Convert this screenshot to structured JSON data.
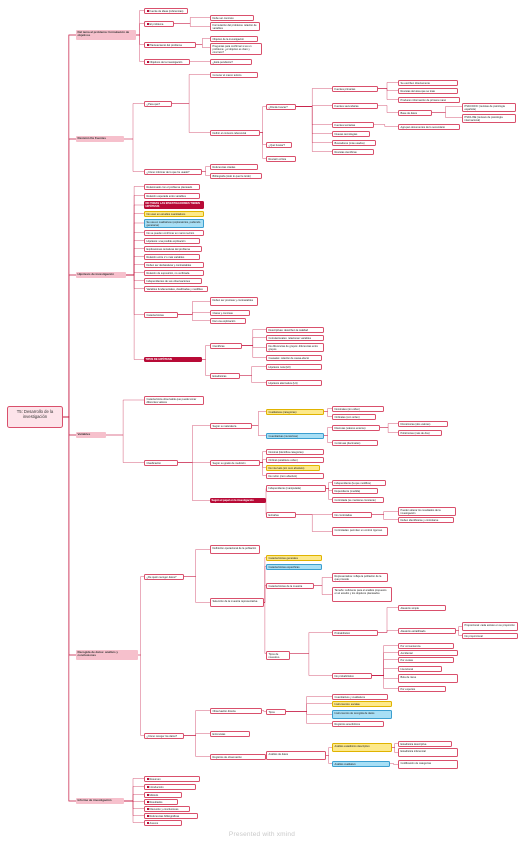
{
  "root": {
    "id": "root",
    "text": "T5: Desarrollo de la investigación"
  },
  "branches": [
    {
      "id": "b1",
      "text": "Del tema al problema: formulación de objetivos",
      "children": [
        {
          "id": "b1a",
          "text": "Fuente de ideas (referencias)",
          "icon": true
        },
        {
          "id": "b1b",
          "text": "El problema",
          "icon": true,
          "children": [
            {
              "id": "b1b1",
              "text": "Debe ser concreto"
            },
            {
              "id": "b1b2",
              "text": "Formulación del problema: relación de variables"
            }
          ]
        },
        {
          "id": "b1c",
          "text": "Planteamiento del problema",
          "icon": true,
          "children": [
            {
              "id": "b1c1",
              "text": "Objetivo de la investigación"
            },
            {
              "id": "b1c2",
              "text": "Preguntas para confirmar si es un problema: ¿el objetivo es claro y concreto?"
            }
          ]
        },
        {
          "id": "b1d",
          "text": "Objetivos de la investigación",
          "icon": true,
          "children": [
            {
              "id": "b1d1",
              "text": "¿Está pendiente?"
            }
          ]
        }
      ]
    },
    {
      "id": "b2",
      "text": "Revisión De Fuentes",
      "children": [
        {
          "id": "b2a",
          "text": "¿Para qué?",
          "children": [
            {
              "id": "b2a1",
              "text": "Conocer el marco teórico"
            },
            {
              "id": "b2a2",
              "text": "Definir el contexto referencial",
              "children": [
                {
                  "id": "b2a2a",
                  "text": "¿Dónde buscar?",
                  "children": [
                    {
                      "id": "b2a2a1",
                      "text": "Fuentes primarias",
                      "children": [
                        {
                          "id": "f1",
                          "text": "Se escriben directamente"
                        },
                        {
                          "id": "f2",
                          "text": "Revistas del área que se trate"
                        },
                        {
                          "id": "f3",
                          "text": "Producen información de primera mano"
                        }
                      ]
                    },
                    {
                      "id": "b2a2a2",
                      "text": "Fuentes secundarias",
                      "children": [
                        {
                          "id": "f4",
                          "text": "Base de datos",
                          "children": [
                            {
                              "id": "f4a",
                              "text": "PSICODOC (revistas de psicología española)"
                            },
                            {
                              "id": "f4b",
                              "text": "PSICLINE (reviews de psicología internacional)"
                            }
                          ]
                        }
                      ]
                    },
                    {
                      "id": "b2a2a3",
                      "text": "Fuentes terciarias",
                      "children": [
                        {
                          "id": "f5",
                          "text": "Agrupan documentos de lo secundario"
                        }
                      ]
                    },
                    {
                      "id": "b2a2a4",
                      "text": "Nuevas tecnologías"
                    },
                    {
                      "id": "b2a2a5",
                      "text": "Buscadores (más usados)"
                    },
                    {
                      "id": "b2a2a6",
                      "text": "Revistas científicas"
                    }
                  ]
                },
                {
                  "id": "b2a2b",
                  "text": "¿Qué buscar?"
                },
                {
                  "id": "b2a2c",
                  "text": "Revisión crítica"
                }
              ]
            }
          ]
        },
        {
          "id": "b2b",
          "text": "¿Cómo informar de lo que he usado?",
          "children": [
            {
              "id": "b2b1",
              "text": "Referencias citadas"
            },
            {
              "id": "b2b2",
              "text": "Bibliografía (todo lo que he leído)"
            }
          ]
        }
      ]
    },
    {
      "id": "b3",
      "text": "Hipótesis de investigación",
      "children": [
        {
          "id": "b3a",
          "text": "Relacionado con el problema planteado"
        },
        {
          "id": "b3b",
          "text": "Relación esperada entre variables"
        },
        {
          "id": "b3c",
          "text": "NO TODAS LAS INVESTIGACIONES TIENEN HIPÓTESIS",
          "style": "dark"
        },
        {
          "id": "b3d",
          "text": "No usan en estudios cuantitativos",
          "style": "yellow"
        },
        {
          "id": "b3e",
          "text": "Se usa en cualitativos (exploratorios, pudiendo generarse)",
          "style": "blue"
        },
        {
          "id": "b3f",
          "text": "No se pueden confirmar en marco teórico"
        },
        {
          "id": "b3g",
          "text": "Hipótesis: una posible explicación"
        },
        {
          "id": "b3h",
          "text": "Explicaciones tentativas del problema"
        },
        {
          "id": "b3i",
          "text": "Relación entre 2 o más variables"
        },
        {
          "id": "b3j",
          "text": "Deben ser declarativas y contrastables"
        },
        {
          "id": "b3k",
          "text": "Relación de suposición, no verificada"
        },
        {
          "id": "b3l",
          "text": "Independientes de sus observaciones"
        },
        {
          "id": "b3m",
          "text": "Variables fundamentales, clasificadas y medibles"
        },
        {
          "id": "b3n",
          "text": "Características",
          "children": [
            {
              "id": "b3n1",
              "text": "Deben ser precisas y contrastables"
            },
            {
              "id": "b3n2",
              "text": "Claras y concisas"
            },
            {
              "id": "b3n3",
              "text": "Dar una explicación"
            }
          ]
        },
        {
          "id": "b3o",
          "text": "TIPOS DE HIPÓTESIS",
          "style": "dark",
          "children": [
            {
              "id": "b3o1",
              "text": "Científicas",
              "children": [
                {
                  "id": "h1",
                  "text": "Descriptivas: describen la realidad"
                },
                {
                  "id": "h2",
                  "text": "Correlacionales: relacionan variables"
                },
                {
                  "id": "h3",
                  "text": "De diferencias de grupos: diferencias entre grupos"
                },
                {
                  "id": "h4",
                  "text": "Causales: relación de causa-efecto"
                }
              ]
            },
            {
              "id": "b3o2",
              "text": "Estadísticas",
              "children": [
                {
                  "id": "h5",
                  "text": "Hipótesis nula (H0)"
                },
                {
                  "id": "h6",
                  "text": "Hipótesis alternativa (H1)"
                }
              ]
            }
          ]
        }
      ]
    },
    {
      "id": "b4",
      "text": "Variables",
      "children": [
        {
          "id": "b4a",
          "text": "Característica observable que puede tomar diferentes valores"
        },
        {
          "id": "b4b",
          "text": "Clasificación",
          "children": [
            {
              "id": "b4b1",
              "text": "Según su naturaleza",
              "children": [
                {
                  "id": "v1",
                  "text": "Cualitativas (categorías)",
                  "style": "yellow",
                  "children": [
                    {
                      "id": "v1a",
                      "text": "Nominales (sin orden)"
                    },
                    {
                      "id": "v1b",
                      "text": "Ordinales (con orden)"
                    }
                  ]
                },
                {
                  "id": "v2",
                  "text": "Cuantitativas (numéricas)",
                  "style": "blue",
                  "children": [
                    {
                      "id": "v2a",
                      "text": "Discretas (valores enteros)",
                      "children": [
                        {
                          "id": "v2a1",
                          "text": "Dicotómicas (dos valores)"
                        },
                        {
                          "id": "v2a2",
                          "text": "Politómicas (más de dos)"
                        }
                      ]
                    },
                    {
                      "id": "v2b",
                      "text": "Continuas (decimales)"
                    }
                  ]
                }
              ]
            },
            {
              "id": "b4b2",
              "text": "Según su grado de medición",
              "children": [
                {
                  "id": "v3",
                  "text": "Nominal (identifica categorías)"
                },
                {
                  "id": "v4",
                  "text": "Ordinal (establece orden)"
                },
                {
                  "id": "v5",
                  "text": "De intervalo (sin cero absoluto)",
                  "style": "yellow"
                },
                {
                  "id": "v6",
                  "text": "De razón (cero absoluto)"
                }
              ]
            },
            {
              "id": "b4b3",
              "text": "Según el papel en la investigación",
              "style": "dark",
              "children": [
                {
                  "id": "v7",
                  "text": "Independiente (manipulada)",
                  "children": [
                    {
                      "id": "v7a",
                      "text": "Independiente (la que modifica)"
                    },
                    {
                      "id": "v7b",
                      "text": "Dependiente (medida)"
                    },
                    {
                      "id": "v7c",
                      "text": "Controlada (se mantiene constante)"
                    }
                  ]
                },
                {
                  "id": "v8",
                  "text": "Extrañas",
                  "children": [
                    {
                      "id": "v8a",
                      "text": "No controladas",
                      "children": [
                        {
                          "id": "v8a1",
                          "text": "Pueden alterar los resultados de la investigación"
                        },
                        {
                          "id": "v8a2",
                          "text": "Deben identificarse y controlarse"
                        }
                      ]
                    },
                    {
                      "id": "v8b",
                      "text": "Controladas: permiten un control riguroso"
                    }
                  ]
                }
              ]
            }
          ]
        }
      ]
    },
    {
      "id": "b5",
      "text": "Recogida de datos: análisis y conclusiones",
      "children": [
        {
          "id": "b5a",
          "text": "¿De quién recoger datos?",
          "children": [
            {
              "id": "b5a1",
              "text": "Definición operacional de la población"
            },
            {
              "id": "b5a2",
              "text": "Selección de la muestra representativa",
              "children": [
                {
                  "id": "m1",
                  "text": "Características generales",
                  "style": "yellow"
                },
                {
                  "id": "m2",
                  "text": "Características específicas",
                  "style": "blue"
                },
                {
                  "id": "m3",
                  "text": "Características de la muestra",
                  "children": [
                    {
                      "id": "m3a",
                      "text": "Representativa: refleja la población de la que procede"
                    },
                    {
                      "id": "m3b",
                      "text": "Tamaño: suficiente para el análisis propuesto en el estudio y los objetivos planteados"
                    }
                  ]
                },
                {
                  "id": "m4",
                  "text": "Tipos de muestreo",
                  "children": [
                    {
                      "id": "m4a",
                      "text": "Probabilístico",
                      "children": [
                        {
                          "id": "m4a1",
                          "text": "Aleatorio simple"
                        },
                        {
                          "id": "m4a2",
                          "text": "Aleatorio estratificado",
                          "children": [
                            {
                              "id": "m4a2a",
                              "text": "Proporcional: cada estrato en su proporción"
                            },
                            {
                              "id": "m4a2b",
                              "text": "No proporcional"
                            }
                          ]
                        }
                      ]
                    },
                    {
                      "id": "m4b",
                      "text": "No probabilístico",
                      "children": [
                        {
                          "id": "m4b1",
                          "text": "Por conveniencia"
                        },
                        {
                          "id": "m4b2",
                          "text": "Accidental"
                        },
                        {
                          "id": "m4b3",
                          "text": "Por cuotas"
                        },
                        {
                          "id": "m4b4",
                          "text": "Intencional"
                        },
                        {
                          "id": "m4b5",
                          "text": "Bola de nieve"
                        },
                        {
                          "id": "m4b6",
                          "text": "Por expertos"
                        }
                      ]
                    }
                  ]
                }
              ]
            }
          ]
        },
        {
          "id": "b5b",
          "text": "¿Cómo recoger los datos?",
          "children": [
            {
              "id": "b5b1",
              "text": "Observación directa",
              "children": [
                {
                  "id": "r1",
                  "text": "Tipos",
                  "children": [
                    {
                      "id": "r1a",
                      "text": "Cuantitativos y cualitativos"
                    },
                    {
                      "id": "r1b",
                      "text": "Instrumentos: escalas",
                      "style": "yellow"
                    },
                    {
                      "id": "r1c",
                      "text": "Instrumentos de recogida de datos",
                      "style": "blue"
                    },
                    {
                      "id": "r1d",
                      "text": "Registros anecdóticos"
                    }
                  ]
                }
              ]
            },
            {
              "id": "b5b2",
              "text": "Entrevistas"
            },
            {
              "id": "b5b3",
              "text": "Registros de observación",
              "children": [
                {
                  "id": "r2",
                  "text": "Análisis de datos",
                  "children": [
                    {
                      "id": "r2a",
                      "text": "Análisis estadístico descriptivo",
                      "style": "yellow",
                      "children": [
                        {
                          "id": "r2a1",
                          "text": "Estadística descriptiva"
                        },
                        {
                          "id": "r2a2",
                          "text": "Estadística inferencial"
                        }
                      ]
                    },
                    {
                      "id": "r2b",
                      "text": "Análisis cualitativo",
                      "style": "blue",
                      "children": [
                        {
                          "id": "r2b1",
                          "text": "Codificación de categorías"
                        }
                      ]
                    }
                  ]
                }
              ]
            }
          ]
        }
      ]
    },
    {
      "id": "b6",
      "text": "Informe de investigación",
      "children": [
        {
          "id": "b6a",
          "text": "Resumen",
          "icon": true
        },
        {
          "id": "b6b",
          "text": "Introducción",
          "icon": true
        },
        {
          "id": "b6c",
          "text": "Método",
          "icon": true
        },
        {
          "id": "b6d",
          "text": "Resultados",
          "icon": true
        },
        {
          "id": "b6e",
          "text": "Discusión y conclusiones",
          "icon": true
        },
        {
          "id": "b6f",
          "text": "Referencias bibliográficas",
          "icon": true
        },
        {
          "id": "b6g",
          "text": "Anexos",
          "icon": true
        }
      ]
    }
  ],
  "footer": {
    "brand": "Presented with xmind"
  },
  "colors": {
    "accent": "#b80a36",
    "line": "#c4143f",
    "main_fill": "#f6c0cc"
  }
}
